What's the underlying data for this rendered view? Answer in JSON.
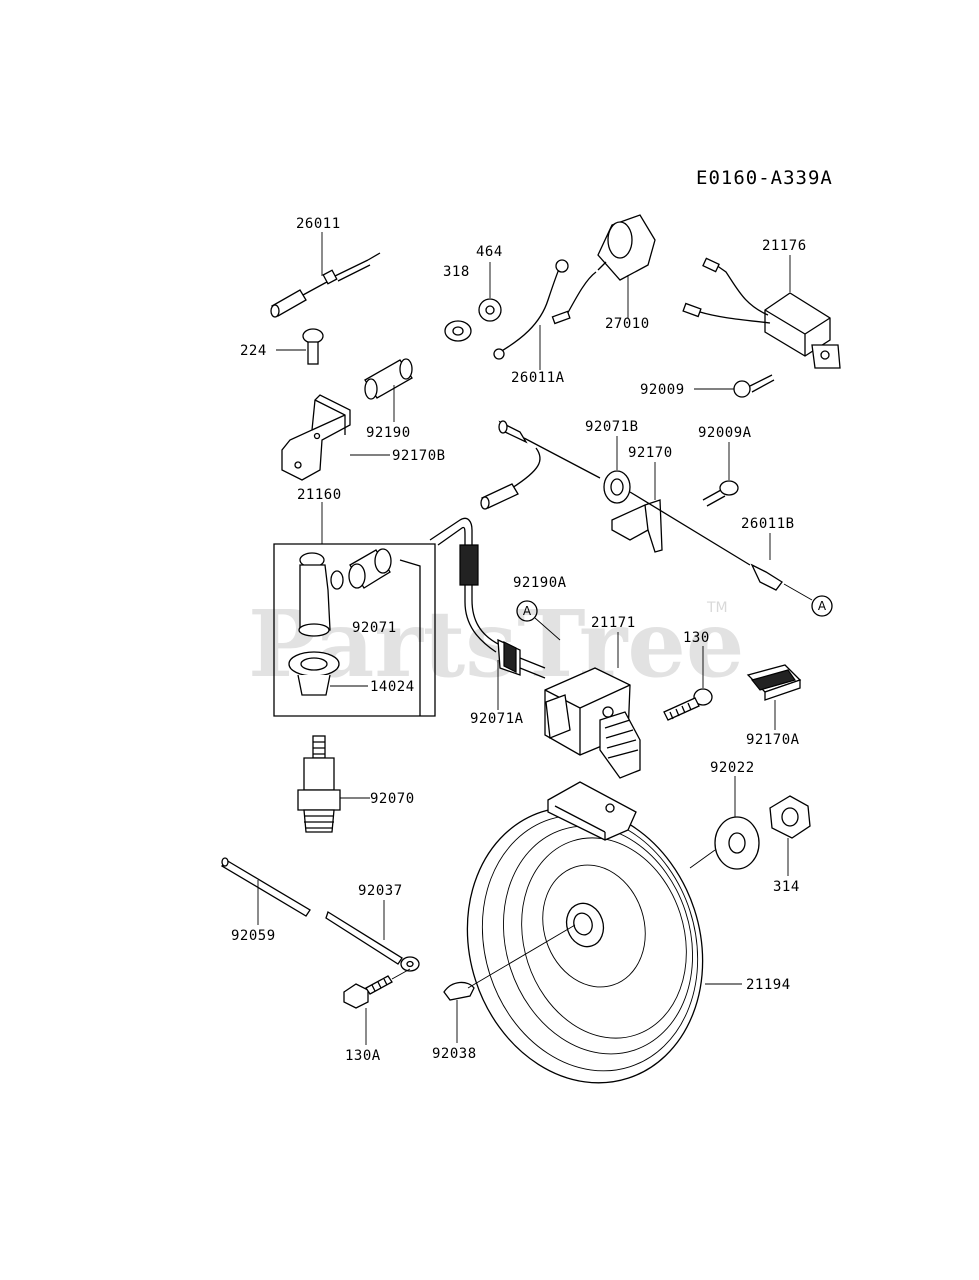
{
  "diagram_code": "E0160-A339A",
  "watermark": {
    "text": "PartsTree",
    "trademark": "TM"
  },
  "callout_letter": "A",
  "part_labels": {
    "p26011": "26011",
    "p464": "464",
    "p318": "318",
    "p27010": "27010",
    "p21176": "21176",
    "p26011A": "26011A",
    "p224": "224",
    "p92190": "92190",
    "p92170B": "92170B",
    "p92009": "92009",
    "p92071B": "92071B",
    "p92170": "92170",
    "p92009A": "92009A",
    "p21160": "21160",
    "p26011B": "26011B",
    "p92190A": "92190A",
    "p92071": "92071",
    "p21171": "21171",
    "p130": "130",
    "p14024": "14024",
    "p92071A": "92071A",
    "p92170A": "92170A",
    "p92070": "92070",
    "p92022": "92022",
    "p314": "314",
    "p92037": "92037",
    "p92059": "92059",
    "p21194": "21194",
    "p130A": "130A",
    "p92038": "92038"
  }
}
